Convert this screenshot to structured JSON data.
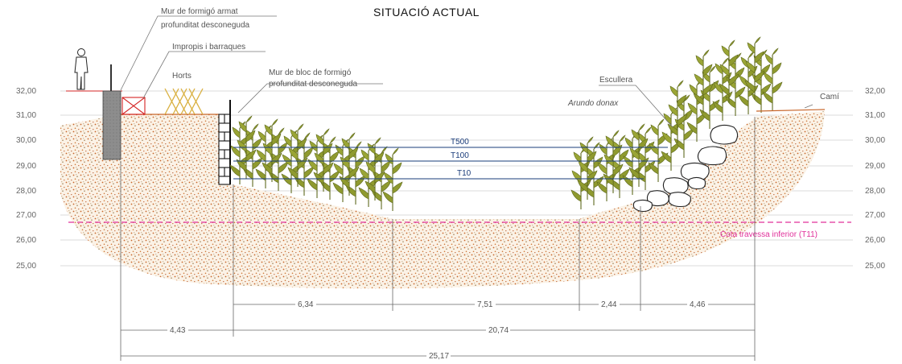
{
  "title": "SITUACIÓ ACTUAL",
  "elevations": [
    "32,00",
    "31,00",
    "30,00",
    "29,00",
    "28,00",
    "27,00",
    "26,00",
    "25,00"
  ],
  "labels": {
    "wall_reinforced_1": "Mur de formigó armat",
    "wall_reinforced_2": "profunditat desconeguda",
    "barracks": "Impropis i barraques",
    "horts": "Horts",
    "block_wall_1": "Mur de bloc de formigó",
    "block_wall_2": "profunditat desconeguda",
    "escullera": "Escullera",
    "arundo": "Arundo donax",
    "cami": "Camí",
    "cota": "Cota travessa inferior (T11)"
  },
  "flood_levels": [
    "T500",
    "T100",
    "T10"
  ],
  "dimensions": {
    "row1": [
      "6,34",
      "7,51",
      "2,44",
      "4,46"
    ],
    "row2": [
      "4,43",
      "20,74"
    ],
    "row3": [
      "25,17"
    ]
  },
  "colors": {
    "soil_dot": "#c8662a",
    "soil_dot2": "#8a6a3a",
    "reed": "#8f9a2f",
    "reed_dark": "#5f6a1e",
    "cota_line": "#e0309a",
    "flood_line": "#1a3c7a",
    "red": "#d42424"
  }
}
